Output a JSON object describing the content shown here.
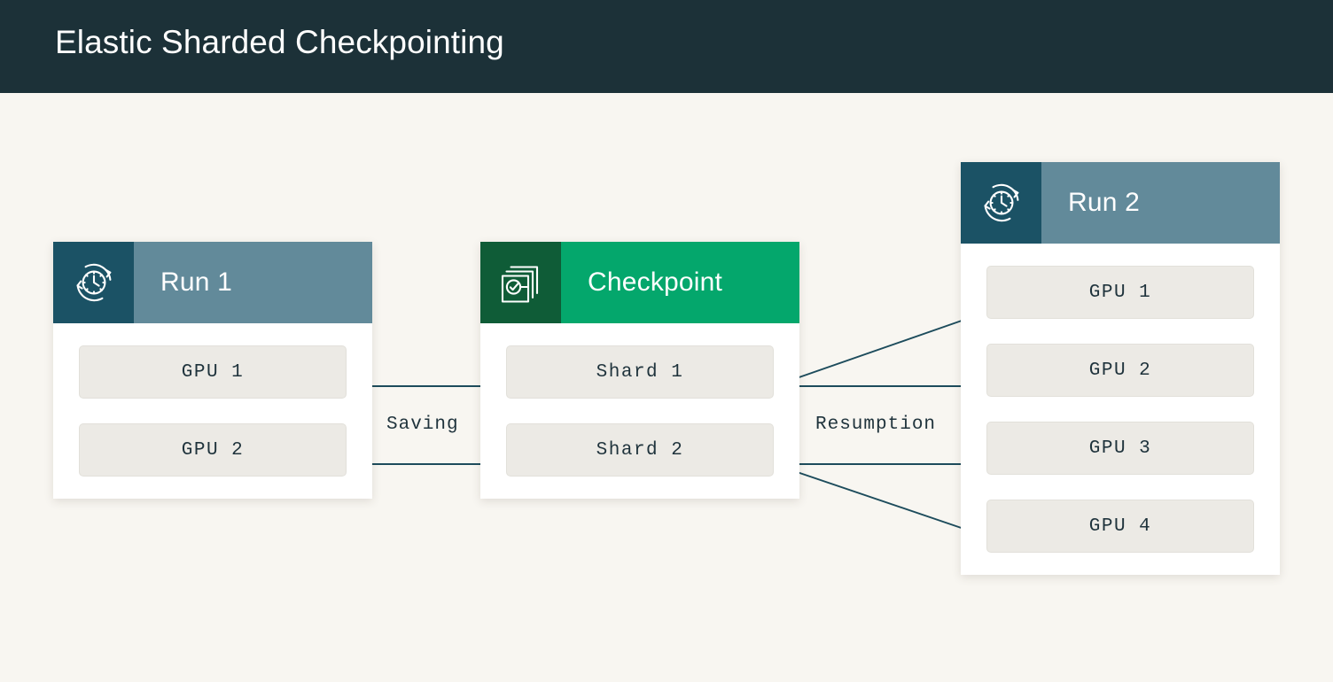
{
  "banner": {
    "title": "Elastic Sharded Checkpointing",
    "background_color": "#1c3138",
    "text_color": "#ffffff"
  },
  "page": {
    "background_color": "#f8f6f1"
  },
  "colors": {
    "dark_teal": "#1b5265",
    "slate_blue": "#628a9a",
    "green": "#04a76c",
    "dark_green": "#0f5c37",
    "chip_fill": "#eceae5",
    "arrow": "#1d4c5c",
    "card_background": "#ffffff"
  },
  "cards": {
    "run1": {
      "title": "Run 1",
      "icon": "clock-refresh-icon",
      "icon_background": "#1b5265",
      "band_color": "#628a9a",
      "items": [
        {
          "label": "GPU 1"
        },
        {
          "label": "GPU 2"
        }
      ]
    },
    "checkpoint": {
      "title": "Checkpoint",
      "icon": "checkpoint-layers-check-icon",
      "icon_background": "#0f5c37",
      "band_color": "#04a76c",
      "items": [
        {
          "label": "Shard 1"
        },
        {
          "label": "Shard 2"
        }
      ]
    },
    "run2": {
      "title": "Run 2",
      "icon": "clock-refresh-icon",
      "icon_background": "#1b5265",
      "band_color": "#628a9a",
      "items": [
        {
          "label": "GPU 1"
        },
        {
          "label": "GPU 2"
        },
        {
          "label": "GPU 3"
        },
        {
          "label": "GPU 4"
        }
      ]
    }
  },
  "flow_labels": {
    "saving": "Saving",
    "resumption": "Resumption"
  },
  "connections": [
    {
      "from": "run1.GPU 1",
      "to": "checkpoint.Shard 1",
      "group": "saving"
    },
    {
      "from": "run1.GPU 2",
      "to": "checkpoint.Shard 2",
      "group": "saving"
    },
    {
      "from": "checkpoint.Shard 1",
      "to": "run2.GPU 1",
      "group": "resumption"
    },
    {
      "from": "checkpoint.Shard 1",
      "to": "run2.GPU 2",
      "group": "resumption"
    },
    {
      "from": "checkpoint.Shard 2",
      "to": "run2.GPU 3",
      "group": "resumption"
    },
    {
      "from": "checkpoint.Shard 2",
      "to": "run2.GPU 4",
      "group": "resumption"
    }
  ]
}
